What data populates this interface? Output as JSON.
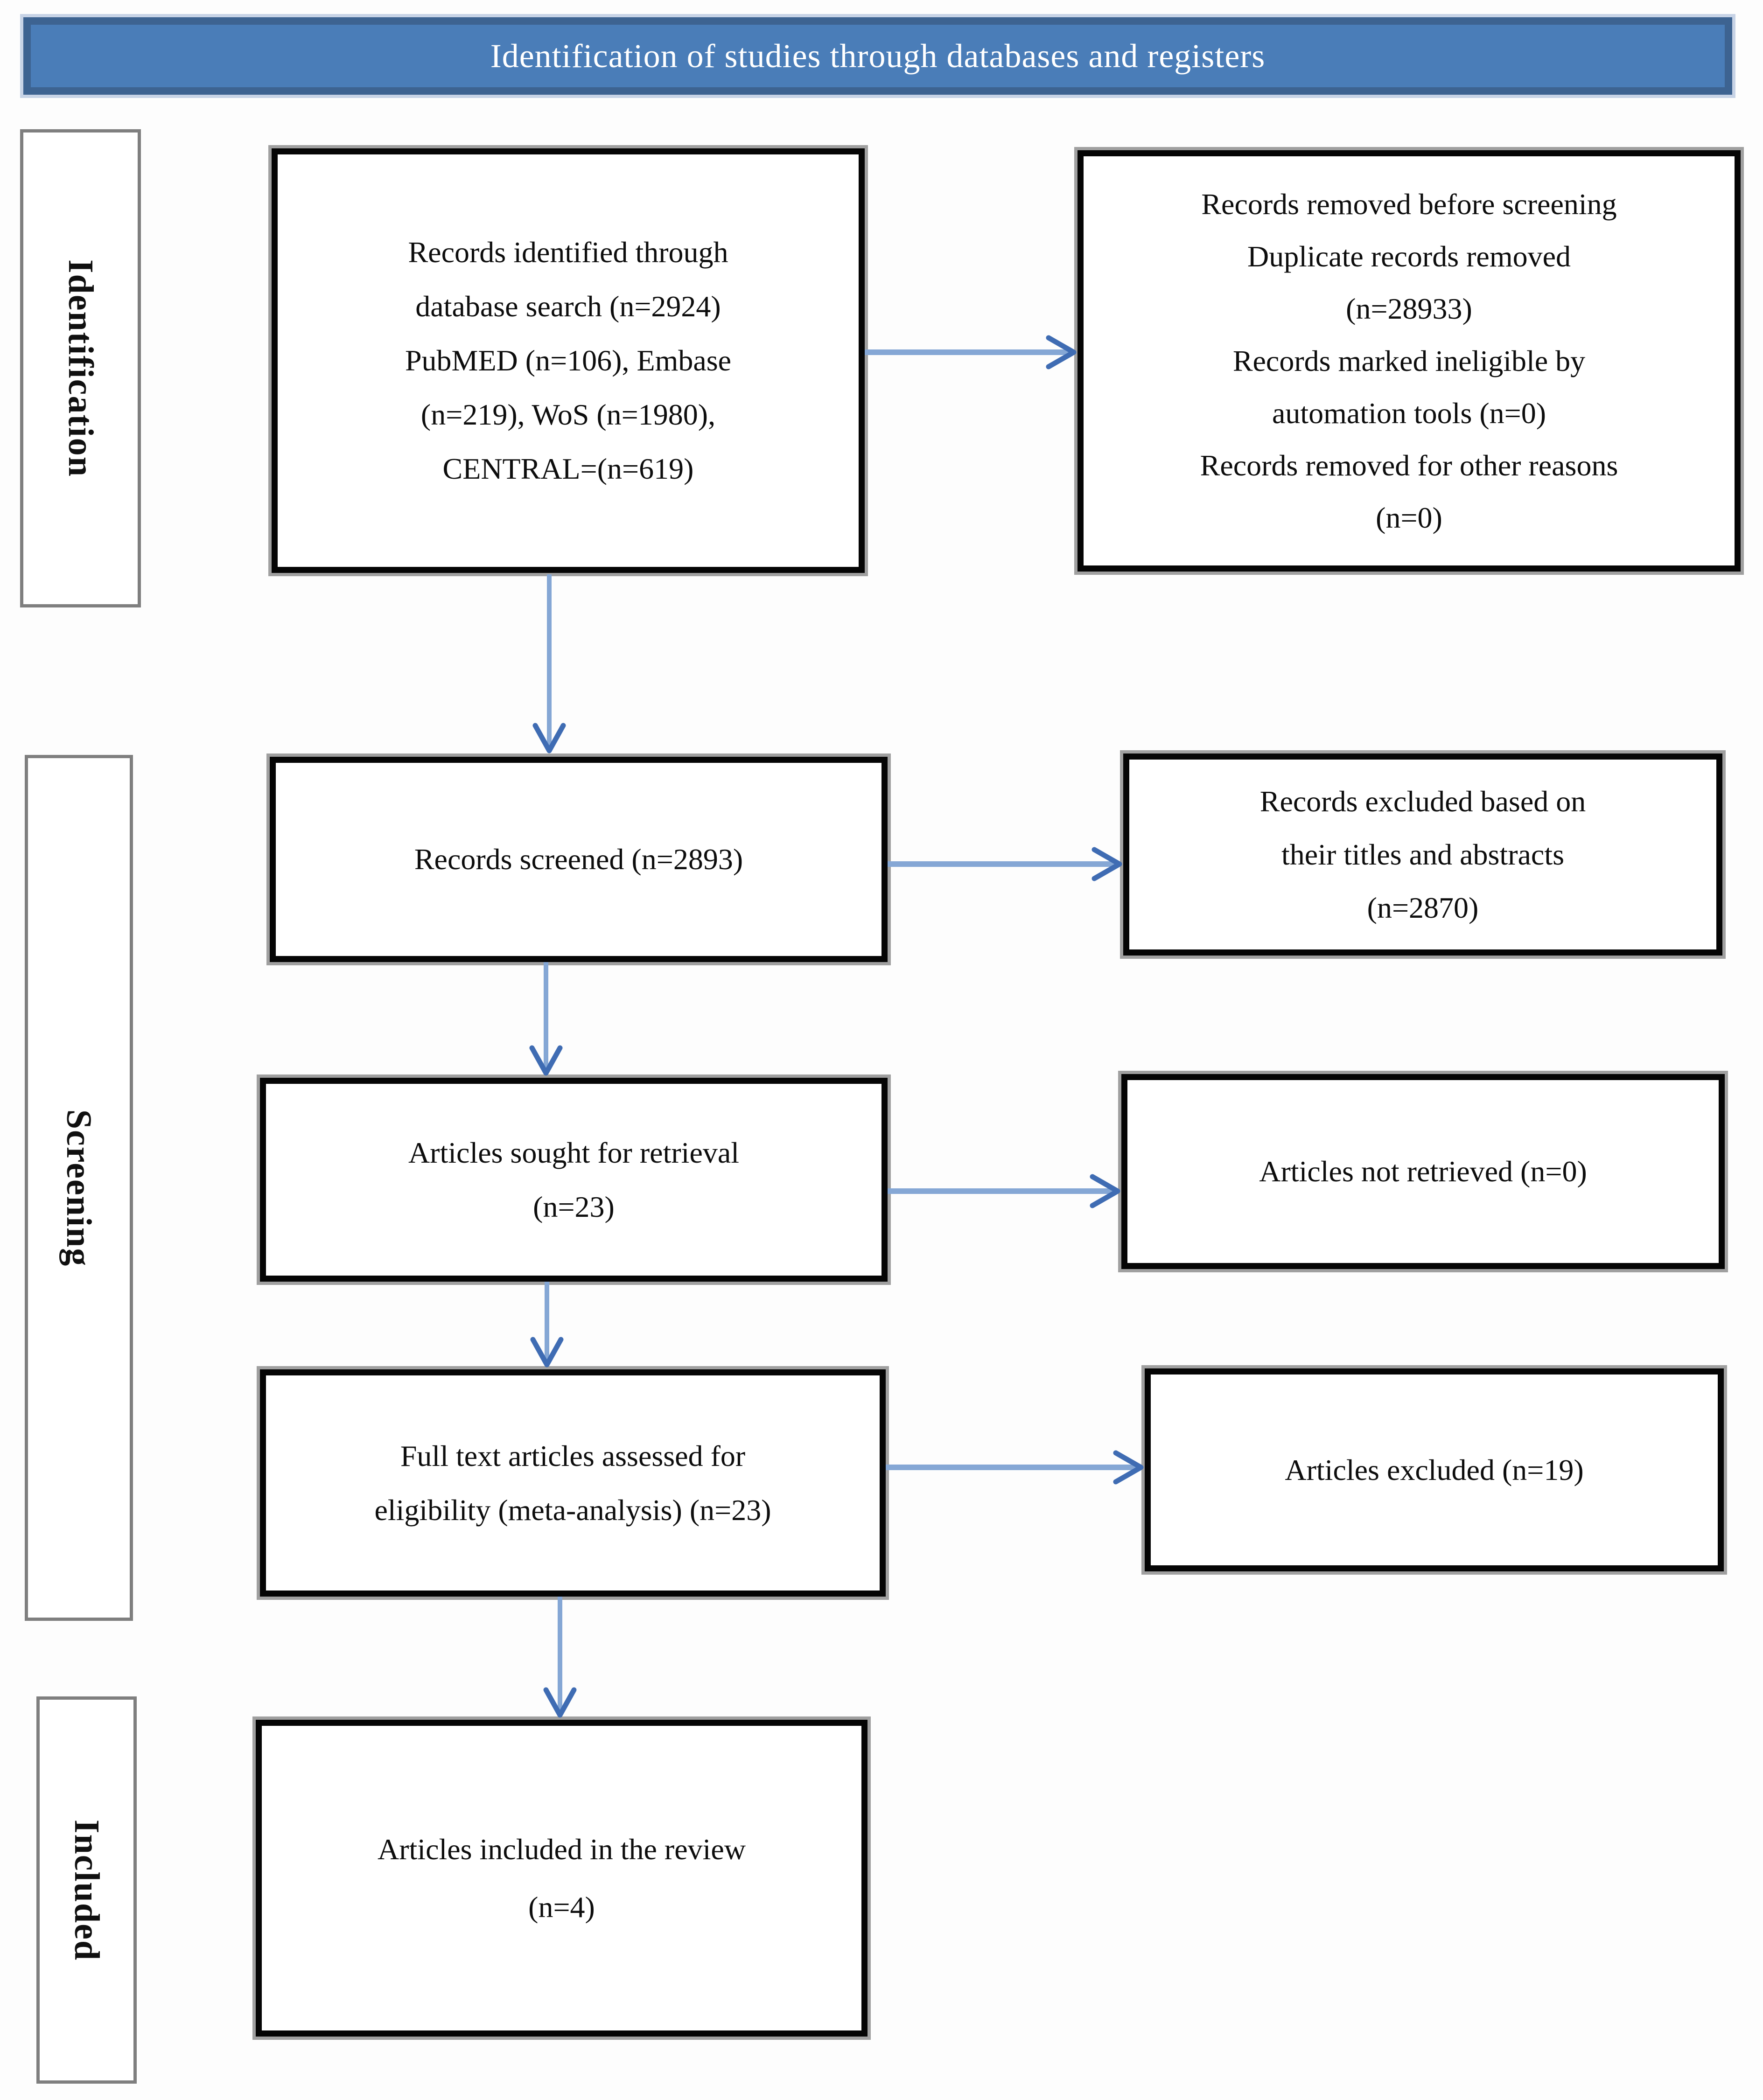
{
  "title_banner": {
    "text": "Identification of studies through databases and registers"
  },
  "sidebar": {
    "identification": "Identification",
    "screening": "Screening",
    "included": "Included"
  },
  "boxes": {
    "records_identified": {
      "lines": [
        "Records identified through",
        "database search (n=2924)",
        "PubMED (n=106), Embase",
        "(n=219), WoS (n=1980),",
        "CENTRAL=(n=619)"
      ]
    },
    "records_removed": {
      "lines": [
        "Records removed before screening",
        "Duplicate records removed",
        "(n=28933)",
        "Records marked ineligible by",
        "automation tools (n=0)",
        "Records removed for other reasons",
        "(n=0)"
      ]
    },
    "records_screened": {
      "lines": [
        "Records screened (n=2893)"
      ]
    },
    "records_excluded": {
      "lines": [
        "Records excluded based on",
        "their titles and abstracts",
        "(n=2870)"
      ]
    },
    "articles_sought": {
      "lines": [
        "Articles sought for retrieval",
        "(n=23)"
      ]
    },
    "articles_not_retrieved": {
      "lines": [
        "Articles not retrieved (n=0)"
      ]
    },
    "full_text_assessed": {
      "lines": [
        "Full text articles assessed for",
        "eligibility (meta-analysis) (n=23)"
      ]
    },
    "articles_excluded": {
      "lines": [
        "Articles excluded (n=19)"
      ]
    },
    "articles_included": {
      "lines": [
        "Articles included in the review",
        "(n=4)"
      ]
    }
  },
  "colors": {
    "banner_fill": "#4a7db8",
    "banner_border": "#3d6391",
    "banner_outer_glow": "#c7d3e6",
    "banner_text": "#ffffff",
    "arrow_line": "#85a7d5",
    "arrow_head": "#3f6cb3",
    "node_border": "#050505",
    "node_outline_gray": "#a0a0a0",
    "sidebar_border": "#7f7f7f"
  }
}
